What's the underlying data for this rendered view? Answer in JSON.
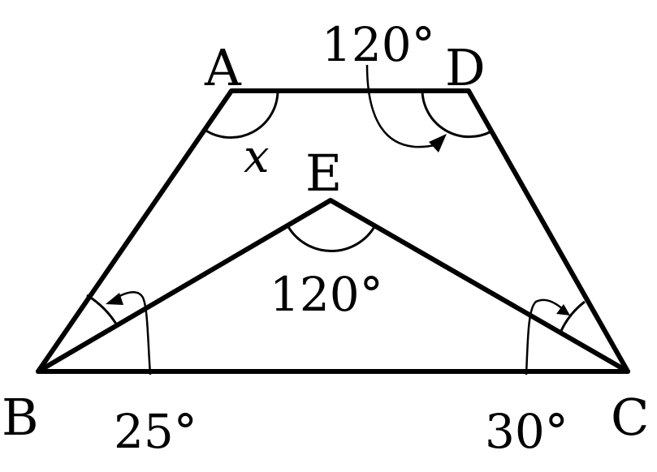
{
  "vertices": {
    "A": "A",
    "B": "B",
    "C": "C",
    "D": "D",
    "E": "E"
  },
  "angles": {
    "at_A": "x",
    "at_D": "120°",
    "at_E": "120°",
    "at_B": "25°",
    "at_C": "30°"
  }
}
